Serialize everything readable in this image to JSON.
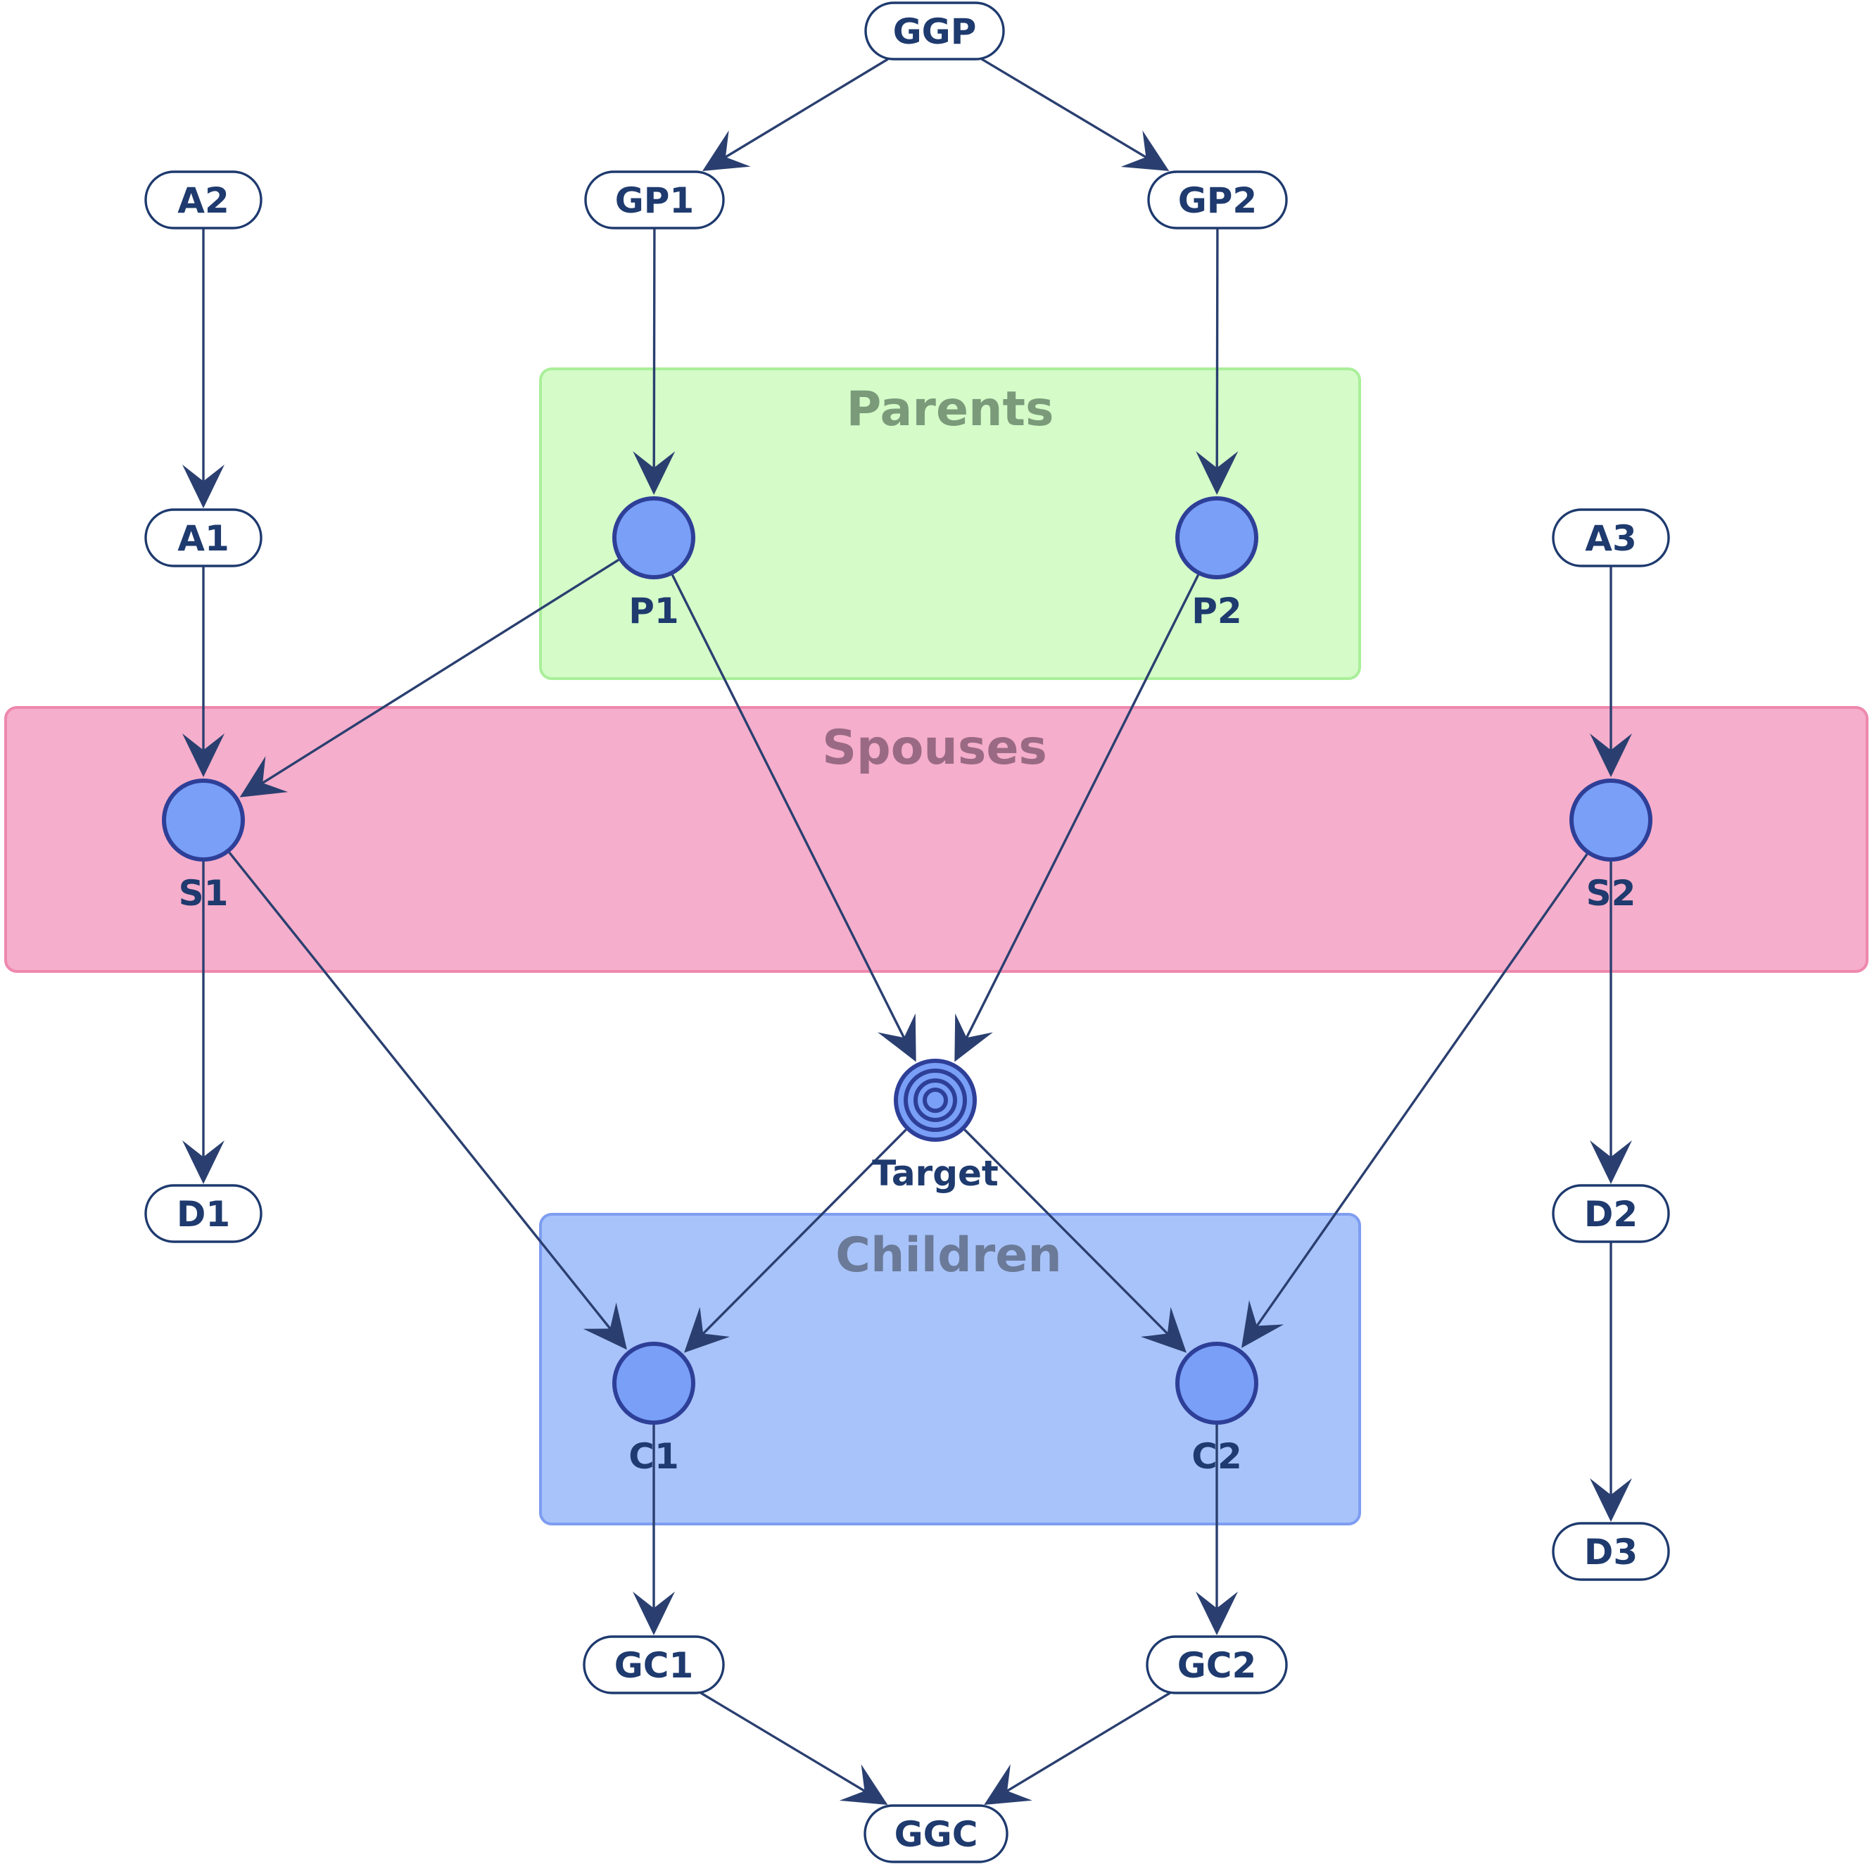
{
  "colors": {
    "parents_fill": "#d2fbc6",
    "parents_stroke": "#a6ef95",
    "parents_title": "#7a9a7a",
    "spouses_fill": "#f5aecb",
    "spouses_stroke": "#ee88ac",
    "spouses_title": "#9a6a84",
    "children_fill": "#a8c3f9",
    "children_stroke": "#7e9df1",
    "children_title": "#6a7a98",
    "node_fill": "#799ff7",
    "node_stroke": "#2e3f98",
    "edge": "#2a3f70",
    "text": "#1e3a6e"
  },
  "groups": {
    "parents": {
      "title": "Parents"
    },
    "spouses": {
      "title": "Spouses"
    },
    "children": {
      "title": "Children"
    }
  },
  "nodes": {
    "ggp": {
      "label": "GGP",
      "shape": "pill"
    },
    "gp1": {
      "label": "GP1",
      "shape": "pill"
    },
    "gp2": {
      "label": "GP2",
      "shape": "pill"
    },
    "a2": {
      "label": "A2",
      "shape": "pill"
    },
    "a1": {
      "label": "A1",
      "shape": "pill"
    },
    "a3": {
      "label": "A3",
      "shape": "pill"
    },
    "p1": {
      "label": "P1",
      "shape": "circle"
    },
    "p2": {
      "label": "P2",
      "shape": "circle"
    },
    "s1": {
      "label": "S1",
      "shape": "circle"
    },
    "s2": {
      "label": "S2",
      "shape": "circle"
    },
    "target": {
      "label": "Target",
      "shape": "target",
      "icon": "target-icon"
    },
    "d1": {
      "label": "D1",
      "shape": "pill"
    },
    "d2": {
      "label": "D2",
      "shape": "pill"
    },
    "d3": {
      "label": "D3",
      "shape": "pill"
    },
    "c1": {
      "label": "C1",
      "shape": "circle"
    },
    "c2": {
      "label": "C2",
      "shape": "circle"
    },
    "gc1": {
      "label": "GC1",
      "shape": "pill"
    },
    "gc2": {
      "label": "GC2",
      "shape": "pill"
    },
    "ggc": {
      "label": "GGC",
      "shape": "pill"
    }
  },
  "edges": [
    [
      "ggp",
      "gp1"
    ],
    [
      "ggp",
      "gp2"
    ],
    [
      "gp1",
      "p1"
    ],
    [
      "gp2",
      "p2"
    ],
    [
      "a2",
      "a1"
    ],
    [
      "a1",
      "s1"
    ],
    [
      "a3",
      "s2"
    ],
    [
      "p1",
      "s1"
    ],
    [
      "p1",
      "target"
    ],
    [
      "p2",
      "target"
    ],
    [
      "s1",
      "d1"
    ],
    [
      "s1",
      "c1"
    ],
    [
      "s2",
      "d2"
    ],
    [
      "d2",
      "d3"
    ],
    [
      "s2",
      "c2"
    ],
    [
      "target",
      "c1"
    ],
    [
      "target",
      "c2"
    ],
    [
      "c1",
      "gc1"
    ],
    [
      "c2",
      "gc2"
    ],
    [
      "gc1",
      "ggc"
    ],
    [
      "gc2",
      "ggc"
    ]
  ]
}
